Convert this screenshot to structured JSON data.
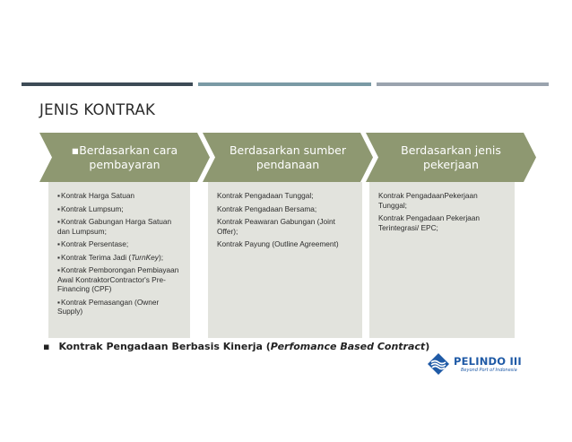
{
  "slide": {
    "title": "JENIS KONTRAK",
    "accent_colors": {
      "bar1": "#3d4b56",
      "bar2": "#7a9aa5",
      "bar3": "#9aa3ae",
      "chevron": "#8e9871",
      "panel": "#e2e3dd",
      "logo": "#1f5aa6"
    }
  },
  "columns": [
    {
      "header": "▪Berdasarkan cara pembayaran",
      "items": [
        "Kontrak Harga Satuan",
        "Kontrak Lumpsum;",
        "Kontrak Gabungan Harga Satuan dan Lumpsum;",
        "Kontrak Persentase;",
        "Kontrak Terima Jadi (",
        "Kontrak Pemborongan Pembiayaan Awal KontraktorContractor's Pre-Financing (CPF)",
        "Kontrak Pemasangan (Owner Supply)"
      ],
      "turnkey_italic": "TurnKey",
      "turnkey_suffix": ");"
    },
    {
      "header": "Berdasarkan sumber pendanaan",
      "items": [
        "Kontrak Pengadaan Tunggal;",
        "Kontrak Pengadaan Bersama;",
        "Kontrak Peawaran Gabungan (Joint Offer);",
        "Kontrak Payung (Outline Agreement)"
      ]
    },
    {
      "header": "Berdasarkan jenis pekerjaan",
      "items": [
        "Kontrak PengadaanPekerjaan Tunggal;",
        "Kontrak Pengadaan Pekerjaan Terintegrasi/ EPC;"
      ]
    }
  ],
  "footer_bullet": {
    "bullet": "▪",
    "text": "Kontrak Pengadaan Berbasis Kinerja (",
    "italic": "Perfomance Based Contract",
    "suffix": ")"
  },
  "logo": {
    "name": "PELINDO III",
    "tagline": "Beyond Port of Indonesia"
  }
}
